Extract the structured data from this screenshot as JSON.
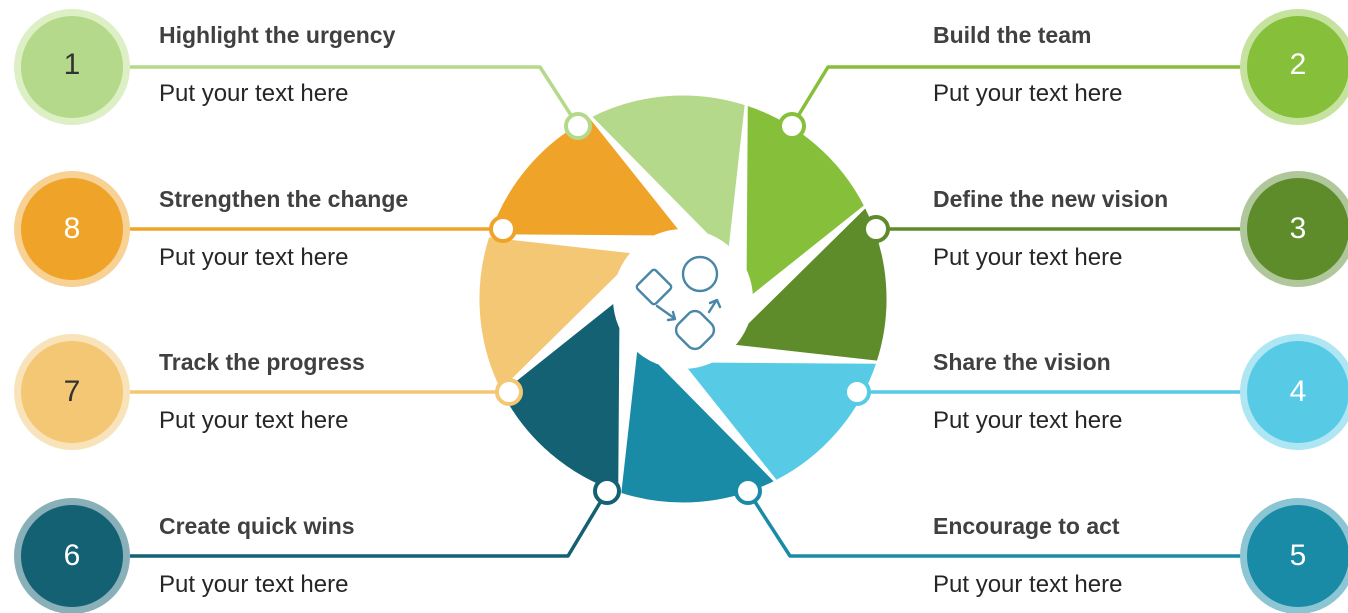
{
  "steps": [
    {
      "number": "1",
      "title": "Highlight the urgency",
      "text": "Put your text here",
      "color": "#B5D98A",
      "halo": "#DCEFC5",
      "numColor": "#333333"
    },
    {
      "number": "2",
      "title": "Build the team",
      "text": "Put your text here",
      "color": "#86BF3A",
      "halo": "#C6E29F",
      "numColor": "#ffffff"
    },
    {
      "number": "3",
      "title": "Define the new vision",
      "text": "Put your text here",
      "color": "#5E8C2A",
      "halo": "#AFC79A",
      "numColor": "#ffffff"
    },
    {
      "number": "4",
      "title": "Share the vision",
      "text": "Put your text here",
      "color": "#57CBE6",
      "halo": "#AEE6F3",
      "numColor": "#ffffff"
    },
    {
      "number": "5",
      "title": "Encourage to act",
      "text": "Put your text here",
      "color": "#1A8BA6",
      "halo": "#8CC5D3",
      "numColor": "#ffffff"
    },
    {
      "number": "6",
      "title": "Create quick wins",
      "text": "Put your text here",
      "color": "#136173",
      "halo": "#89B0B9",
      "numColor": "#ffffff"
    },
    {
      "number": "7",
      "title": "Track the progress",
      "text": "Put your text here",
      "color": "#F4C774",
      "halo": "#F9E3BA",
      "numColor": "#333333"
    },
    {
      "number": "8",
      "title": "Strengthen the change",
      "text": "Put your text here",
      "color": "#EFA429",
      "halo": "#F7D294",
      "numColor": "#ffffff"
    }
  ],
  "center_icon": "process-flow-icon",
  "colors": {
    "icon": "#4A86A8"
  }
}
